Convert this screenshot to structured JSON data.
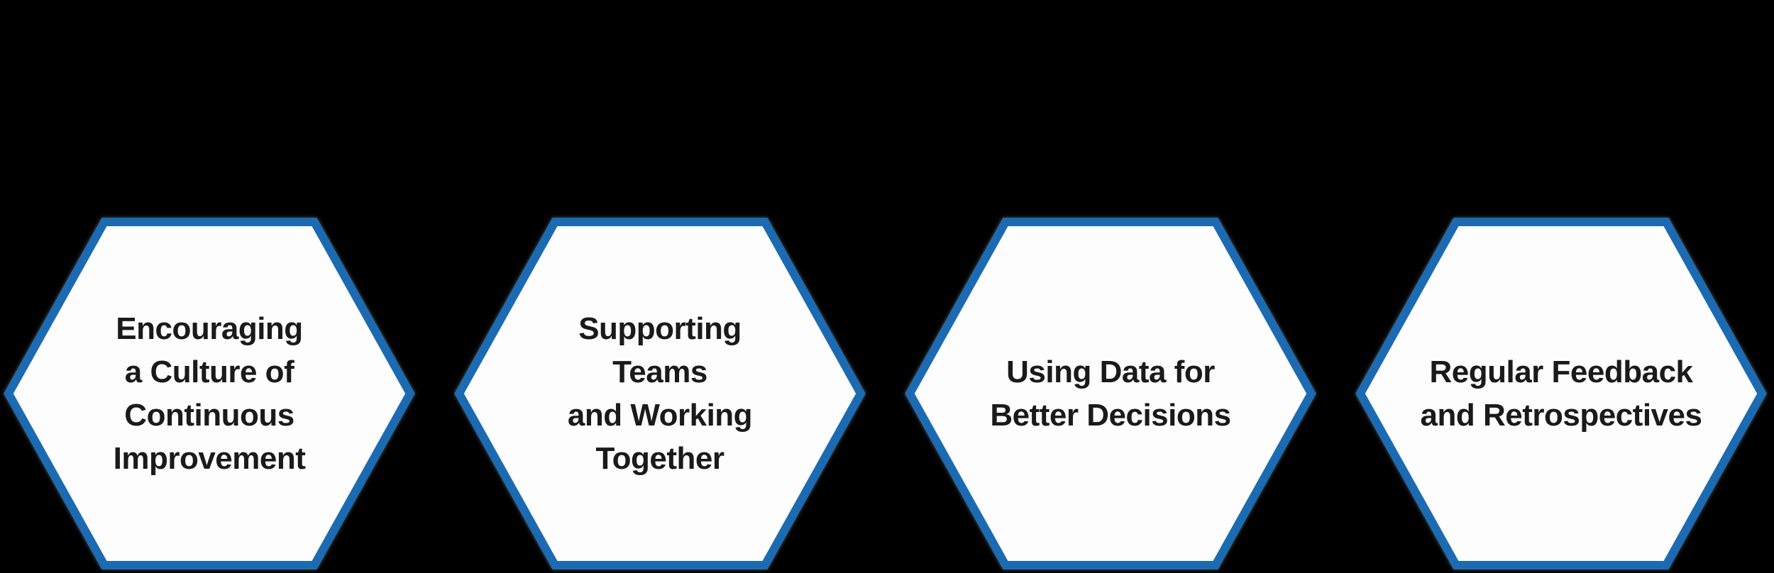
{
  "diagram": {
    "items": [
      {
        "label": "Encouraging\na Culture of\nContinuous\nImprovement"
      },
      {
        "label": "Supporting\nTeams\nand Working\nTogether"
      },
      {
        "label": "Using Data for\nBetter Decisions"
      },
      {
        "label": "Regular Feedback\nand Retrospectives"
      }
    ]
  },
  "colors": {
    "accent": "#1c6bb2",
    "hex-fill": "#fdfdfd",
    "text": "#1a1a1a",
    "background": "#000000"
  }
}
